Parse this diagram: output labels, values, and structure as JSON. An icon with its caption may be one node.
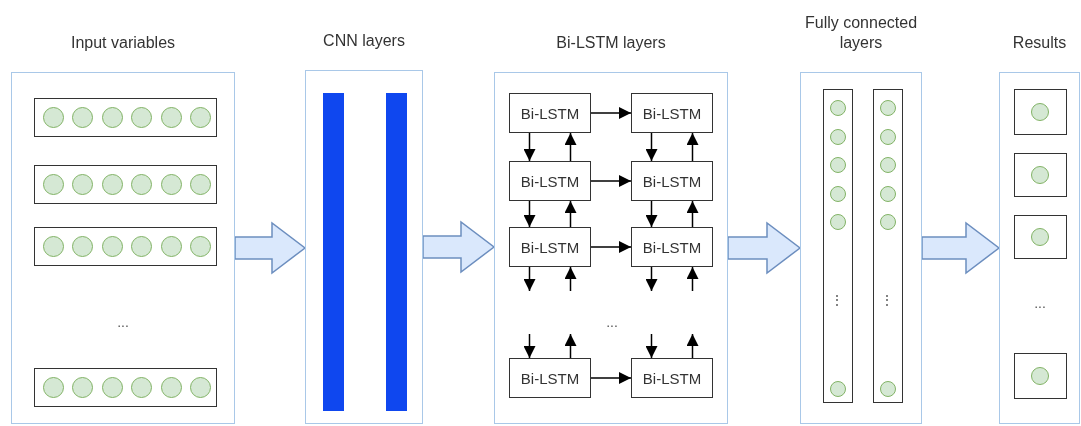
{
  "diagram": {
    "nodes": [
      {
        "text": [
          "Input variables"
        ]
      },
      {
        "text": [],
        "shape": "box",
        "in": 0
      },
      {
        "text": [],
        "shape": "circle",
        "in": 1
      },
      {
        "text": [],
        "shape": "circle",
        "in": 1
      },
      {
        "text": [],
        "shape": "circle",
        "in": 1
      },
      {
        "text": [],
        "shape": "circle",
        "in": 1
      },
      {
        "text": [],
        "shape": "circle",
        "in": 1
      },
      {
        "text": [],
        "shape": "circle",
        "in": 1
      },
      {
        "text": [],
        "shape": "box",
        "in": 0
      },
      {
        "text": [],
        "shape": "circle",
        "in": 8
      },
      {
        "text": [],
        "shape": "circle",
        "in": 8
      },
      {
        "text": [],
        "shape": "circle",
        "in": 8
      },
      {
        "text": [],
        "shape": "circle",
        "in": 8
      },
      {
        "text": [],
        "shape": "circle",
        "in": 8
      },
      {
        "text": [],
        "shape": "circle",
        "in": 8
      },
      {
        "text": [],
        "shape": "box",
        "in": 0
      },
      {
        "text": [],
        "shape": "circle",
        "in": 15
      },
      {
        "text": [],
        "shape": "circle",
        "in": 15
      },
      {
        "text": [],
        "shape": "circle",
        "in": 15
      },
      {
        "text": [],
        "shape": "circle",
        "in": 15
      },
      {
        "text": [],
        "shape": "circle",
        "in": 15
      },
      {
        "text": [],
        "shape": "circle",
        "in": 15
      },
      {
        "text": [],
        "shape": "box",
        "in": 0
      },
      {
        "text": [],
        "shape": "circle",
        "in": 22
      },
      {
        "text": [],
        "shape": "circle",
        "in": 22
      },
      {
        "text": [],
        "shape": "circle",
        "in": 22
      },
      {
        "text": [],
        "shape": "circle",
        "in": 22
      },
      {
        "text": [],
        "shape": "circle",
        "in": 22
      },
      {
        "text": [],
        "shape": "circle",
        "in": 22
      },
      {
        "text": [
          "CNN layers"
        ]
      },
      {
        "text": [],
        "shape": "bar",
        "in": 29
      },
      {
        "text": [],
        "shape": "bar",
        "in": 29
      },
      {
        "text": [
          "Bi-LSTM layers"
        ]
      },
      {
        "text": [
          "Bi-LSTM"
        ],
        "in": 32
      },
      {
        "text": [
          "Bi-LSTM"
        ],
        "in": 32
      },
      {
        "text": [
          "Bi-LSTM"
        ],
        "in": 32
      },
      {
        "text": [
          "Bi-LSTM"
        ],
        "in": 32
      },
      {
        "text": [
          "Bi-LSTM"
        ],
        "in": 32
      },
      {
        "text": [
          "Bi-LSTM"
        ],
        "in": 32
      },
      {
        "text": [
          "Bi-LSTM"
        ],
        "in": 32
      },
      {
        "text": [
          "Bi-LSTM"
        ],
        "in": 32
      },
      {
        "text": [
          "Fully connected layers"
        ]
      },
      {
        "text": [],
        "shape": "box",
        "in": 41
      },
      {
        "text": [],
        "shape": "circle",
        "in": 42
      },
      {
        "text": [],
        "shape": "circle",
        "in": 42
      },
      {
        "text": [],
        "shape": "circle",
        "in": 42
      },
      {
        "text": [],
        "shape": "circle",
        "in": 42
      },
      {
        "text": [],
        "shape": "circle",
        "in": 42
      },
      {
        "text": [],
        "shape": "circle",
        "in": 42
      },
      {
        "text": [],
        "shape": "box",
        "in": 41
      },
      {
        "text": [],
        "shape": "circle",
        "in": 49
      },
      {
        "text": [],
        "shape": "circle",
        "in": 49
      },
      {
        "text": [],
        "shape": "circle",
        "in": 49
      },
      {
        "text": [],
        "shape": "circle",
        "in": 49
      },
      {
        "text": [],
        "shape": "circle",
        "in": 49
      },
      {
        "text": [],
        "shape": "circle",
        "in": 49
      },
      {
        "text": [
          "Results"
        ]
      },
      {
        "text": [],
        "shape": "box",
        "in": 56
      },
      {
        "text": [],
        "shape": "circle",
        "in": 57
      },
      {
        "text": [],
        "shape": "box",
        "in": 56
      },
      {
        "text": [],
        "shape": "circle",
        "in": 59
      },
      {
        "text": [],
        "shape": "box",
        "in": 56
      },
      {
        "text": [],
        "shape": "circle",
        "in": 61
      },
      {
        "text": [],
        "shape": "box",
        "in": 56
      },
      {
        "text": [],
        "shape": "circle",
        "in": 63
      }
    ],
    "edges": [
      {
        "from": 0,
        "to": 29,
        "arrow": "to",
        "style": "thick",
        "color": "#dae8fc"
      },
      {
        "from": 29,
        "to": 32,
        "arrow": "to",
        "style": "thick",
        "color": "#dae8fc"
      },
      {
        "from": 32,
        "to": 41,
        "arrow": "to",
        "style": "thick",
        "color": "#dae8fc"
      },
      {
        "from": 41,
        "to": 56,
        "arrow": "to",
        "style": "thick",
        "color": "#dae8fc"
      },
      {
        "from": 33,
        "to": 34,
        "arrow": "to"
      },
      {
        "from": 35,
        "to": 36,
        "arrow": "to"
      },
      {
        "from": 37,
        "to": 38,
        "arrow": "to"
      },
      {
        "from": 39,
        "to": 40,
        "arrow": "to"
      },
      {
        "from": 33,
        "to": 35,
        "arrow": "to"
      },
      {
        "from": 35,
        "to": 33,
        "arrow": "to"
      },
      {
        "from": 34,
        "to": 36,
        "arrow": "to"
      },
      {
        "from": 36,
        "to": 34,
        "arrow": "to"
      },
      {
        "from": 35,
        "to": 37,
        "arrow": "to"
      },
      {
        "from": 37,
        "to": 35,
        "arrow": "to"
      },
      {
        "from": 36,
        "to": 38,
        "arrow": "to"
      },
      {
        "from": 38,
        "to": 36,
        "arrow": "to"
      },
      {
        "from": 37,
        "to": null,
        "arrow": "to"
      },
      {
        "from": null,
        "to": 37,
        "arrow": "to"
      },
      {
        "from": 38,
        "to": null,
        "arrow": "to"
      },
      {
        "from": null,
        "to": 38,
        "arrow": "to"
      },
      {
        "from": null,
        "to": 39,
        "arrow": "to"
      },
      {
        "from": 39,
        "to": null,
        "arrow": "to"
      },
      {
        "from": null,
        "to": 40,
        "arrow": "to"
      },
      {
        "from": 40,
        "to": null,
        "arrow": "to"
      }
    ],
    "labels": [
      "...",
      "...",
      "⋮",
      "⋮",
      "..."
    ]
  }
}
